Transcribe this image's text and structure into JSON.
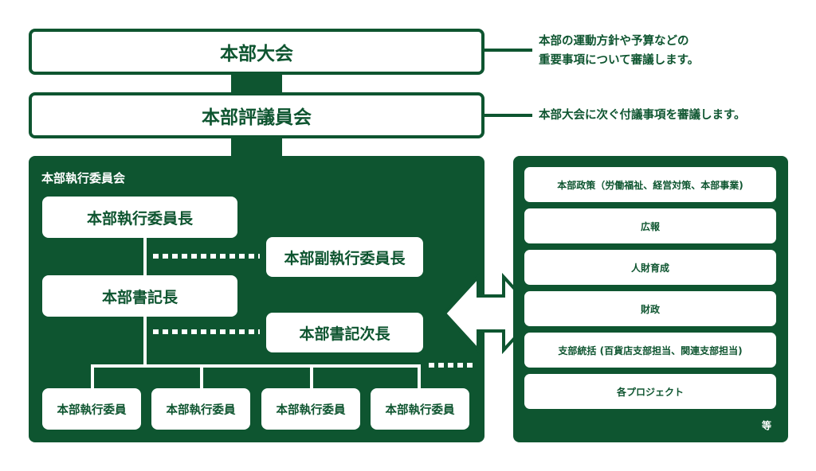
{
  "top": {
    "conference": "本部大会",
    "council": "本部評議員会"
  },
  "descriptions": {
    "conference_line1": "本部の運動方針や予算などの",
    "conference_line2": "重要事項について審議します。",
    "council": "本部大会に次ぐ付議事項を審議します。"
  },
  "executive_committee": {
    "title": "本部執行委員会",
    "chair": "本部執行委員長",
    "vice_chair": "本部副執行委員長",
    "secretary_general": "本部書記長",
    "deputy_secretary": "本部書記次長",
    "members": [
      "本部執行委員",
      "本部執行委員",
      "本部執行委員",
      "本部執行委員"
    ]
  },
  "responsibilities": {
    "items": [
      "本部政策（労働福祉、経営対策、本部事業)",
      "広報",
      "人財育成",
      "財政",
      "支部統括 (百貨店支部担当、関連支部担当)",
      "各プロジェクト"
    ],
    "etc": "等"
  },
  "colors": {
    "brand_green": "#0e5530",
    "white": "#ffffff"
  }
}
